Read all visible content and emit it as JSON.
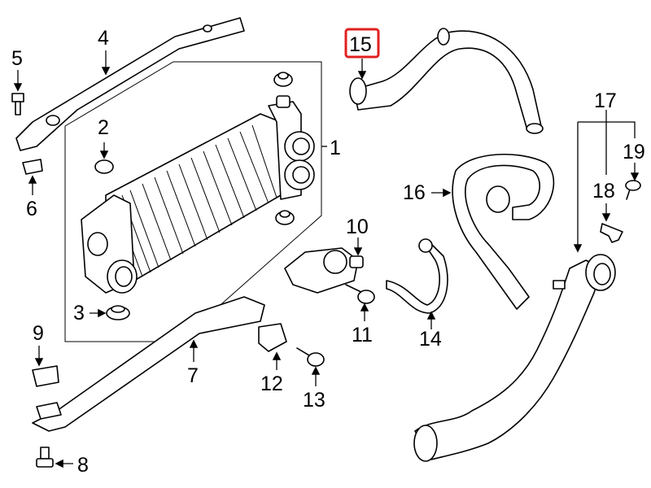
{
  "callouts": {
    "c1": "1",
    "c2": "2",
    "c3": "3",
    "c4": "4",
    "c5": "5",
    "c6": "6",
    "c7": "7",
    "c8": "8",
    "c9": "9",
    "c10": "10",
    "c11": "11",
    "c12": "12",
    "c13": "13",
    "c14": "14",
    "c15": "15",
    "c16": "16",
    "c17": "17",
    "c18": "18",
    "c19": "19"
  },
  "highlight": {
    "callout": "15",
    "color": "#e0201f"
  }
}
